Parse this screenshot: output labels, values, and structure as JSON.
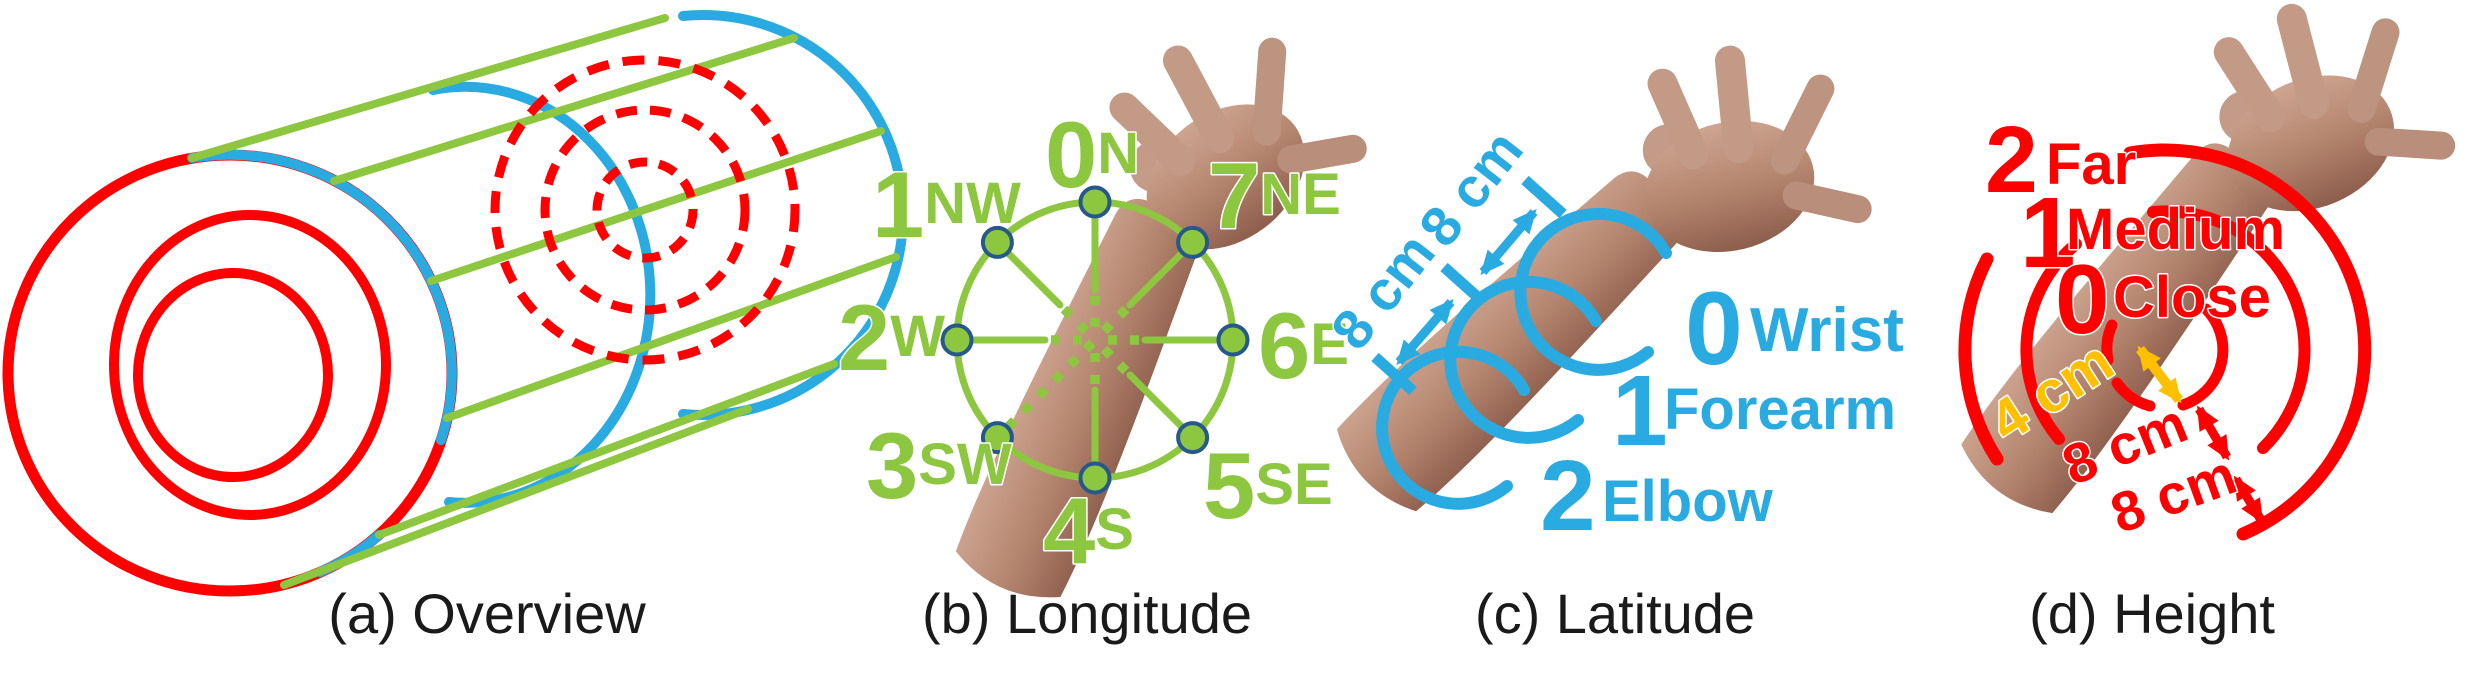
{
  "figure": {
    "type": "on-arm coordinate system diagram",
    "colors": {
      "longitude_green": "#8DC63F",
      "latitude_blue": "#29ABE2",
      "height_red": "#FF0000",
      "measure_orange": "#FFC000",
      "compass_dot_stroke": "#27588C",
      "caption_text": "#1A1A1A",
      "skin_light": "#CBA28F",
      "skin_dark": "#8F5F4E"
    }
  },
  "panel_a": {
    "caption": "(a) Overview"
  },
  "panel_b": {
    "caption": "(b) Longitude",
    "points": [
      {
        "num": "0",
        "dir": "N"
      },
      {
        "num": "1",
        "dir": "NW"
      },
      {
        "num": "2",
        "dir": "W"
      },
      {
        "num": "3",
        "dir": "SW"
      },
      {
        "num": "4",
        "dir": "S"
      },
      {
        "num": "5",
        "dir": "SE"
      },
      {
        "num": "6",
        "dir": "E"
      },
      {
        "num": "7",
        "dir": "NE"
      }
    ]
  },
  "panel_c": {
    "caption": "(c) Latitude",
    "rings": [
      {
        "num": "0",
        "name": "Wrist"
      },
      {
        "num": "1",
        "name": "Forearm"
      },
      {
        "num": "2",
        "name": "Elbow"
      }
    ],
    "measurements": [
      {
        "label": "8 cm"
      },
      {
        "label": "8 cm"
      }
    ]
  },
  "panel_d": {
    "caption": "(d) Height",
    "levels": [
      {
        "num": "2",
        "name": "Far"
      },
      {
        "num": "1",
        "name": "Medium"
      },
      {
        "num": "0",
        "name": "Close"
      }
    ],
    "measurements": {
      "center_to_close": "4 cm",
      "close_to_medium": "8 cm",
      "medium_to_far": "8 cm"
    }
  }
}
